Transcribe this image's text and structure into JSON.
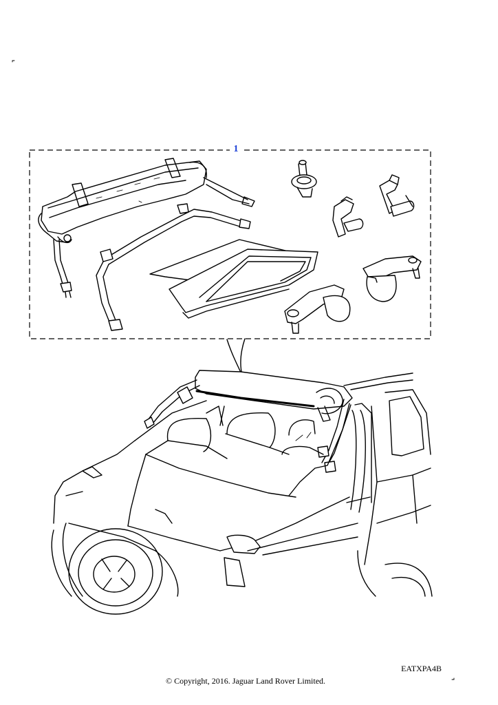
{
  "callout": {
    "number": "1"
  },
  "footer": {
    "diagram_code": "EATXPA4B",
    "copyright": "© Copyright, 2016. Jaguar Land Rover Limited."
  },
  "colors": {
    "line": "#000000",
    "callout": "#1a3fd6",
    "background": "#ffffff"
  },
  "parts": [
    "folded-soft-top-roll",
    "roof-frame-bow",
    "rear-window-panel",
    "stud-fastener",
    "bracket-clip",
    "latch-clip",
    "pivot-bracket",
    "right-hinge-bracket",
    "left-hinge-bracket",
    "vehicle-rear-view"
  ]
}
